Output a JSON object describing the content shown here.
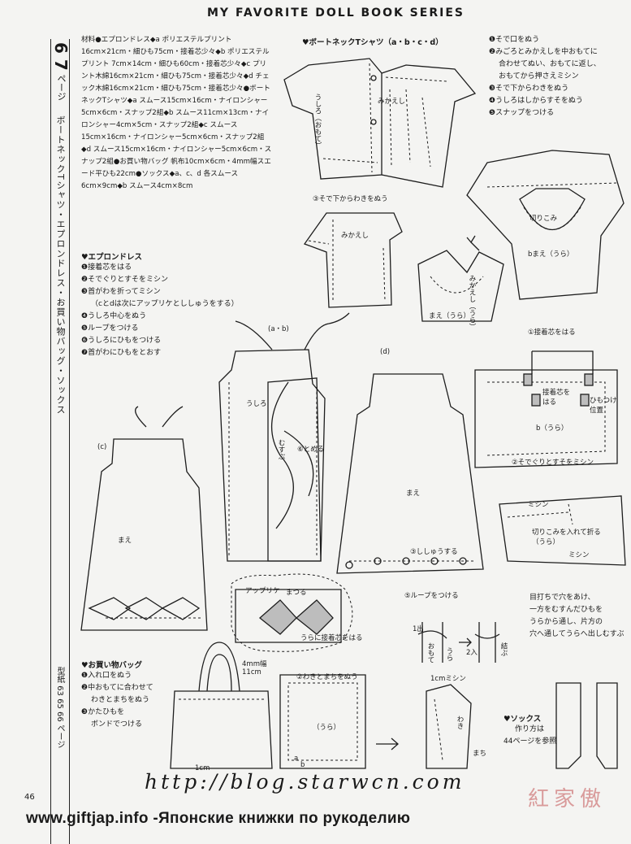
{
  "header": {
    "series_title": "MY FAVORITE DOLL BOOK SERIES"
  },
  "side": {
    "page_ref": "6 7",
    "page_ref_suffix": "ページ",
    "vertical_title": "ボートネックTシャツ・エプロンドレス・お買い物バッグ・ソックス",
    "pattern_ref": "型紙 63 65 66 ページ"
  },
  "materials": {
    "text": "材料●エプロンドレス◆a ポリエステルプリント 16cm×21cm・細ひも75cm・接着芯少々◆b ポリエステルプリント 7cm×14cm・細ひも60cm・接着芯少々◆c プリント木綿16cm×21cm・細ひも75cm・接着芯少々◆d チェック木綿16cm×21cm・細ひも75cm・接着芯少々●ボートネックTシャツ◆a スムース15cm×16cm・ナイロンシャー5cm×6cm・スナップ2組◆b スムース11cm×13cm・ナイロンシャー4cm×5cm・スナップ2組◆c スムース15cm×16cm・ナイロンシャー5cm×6cm・スナップ2組◆d スムース15cm×16cm・ナイロンシャー5cm×6cm・スナップ2組●お買い物バッグ 帆布10cm×6cm・4mm幅スエード平ひも22cm●ソックス◆a、c、d 各スムース6cm×9cm◆b スムース4cm×8cm"
  },
  "apron": {
    "heading": "♥エプロンドレス",
    "steps": [
      "❶接着芯をはる",
      "❷そでぐりとすそをミシン",
      "❸首がわを折ってミシン",
      "（cとdは次にアップリケとししゅうをする）",
      "❹うしろ中心をぬう",
      "❺ループをつける",
      "❻うしろにひもをつける",
      "❼首がわにひもをとおす"
    ]
  },
  "tshirt": {
    "heading": "♥ボートネックTシャツ（a・b・c・d）",
    "steps": [
      "❶そで口をぬう",
      "❷みごろとみかえしを中おもてに",
      "合わせてぬい、おもてに返し、",
      "おもてから押さえミシン",
      "❸そで下からわきをぬう",
      "❹うしろはしからすそをぬう",
      "❺スナップをつける"
    ],
    "step3_caption": "③そで下からわきをぬう"
  },
  "bag": {
    "heading": "♥お買い物バッグ",
    "steps": [
      "❶入れ口をぬう",
      "❷中おもてに合わせて",
      "わきとまちをぬう",
      "❸かたひもを",
      "ボンドでつける"
    ],
    "strap_note": "4mm幅 11cm",
    "step2_caption": "②わきとまちをぬう",
    "ura": "（うら）",
    "machi_note": "1cmミシン",
    "length_1cm": "1cm"
  },
  "socks": {
    "heading": "♥ソックス",
    "text1": "作り方は",
    "text2": "44ページを参照"
  },
  "labels": {
    "ab": "(a・b)",
    "c": "(c)",
    "d": "(d)",
    "ushiro": "うしろ",
    "mae": "まえ",
    "mae_ura": "まえ（うら）",
    "musubu": "むすぶ",
    "tomeru": "⑥とめる",
    "shishu": "③ししゅうする",
    "loop": "⑤ループをつける",
    "applique": "アップリケ",
    "matsuru": "まつる",
    "ura_interfacing": "うらに接着芯をはる",
    "ushiro_omote": "うしろ（おもて）",
    "mikaeshi": "みかえし",
    "mikaeshi_ura": "みかえし（うら）",
    "kirikomi": "切りこみ",
    "b_mae": "bまえ（うら）",
    "b_ura": "b（うら）",
    "step1": "①接着芯をはる",
    "step2": "②そでぐりとすそをミシン",
    "sesshakushin": "接着芯をはる",
    "himo": "ひもつけ位置",
    "mishin": "ミシン",
    "kirikomi_ire": "切りこみを入れて折る",
    "knot_text1": "目打ちで穴をあけ、",
    "knot_text2": "一方をむすんだひもを",
    "knot_text3": "うらから通し、片方の",
    "knot_text4": "穴へ通してうらへ出しむすぶ",
    "knot_dashi": "1出",
    "knot_omote": "おもて",
    "knot_ura": "うら",
    "knot_iri": "2入",
    "knot_musubi": "結ぶ",
    "a_label": "a",
    "b_label": "b",
    "waki": "わき",
    "machi": "まち"
  },
  "page_number": "46",
  "blog_url": "http://blog.starwcn.com",
  "watermark": "紅家傲",
  "footer": "www.giftjap.info -Японские книжки по рукоделию"
}
